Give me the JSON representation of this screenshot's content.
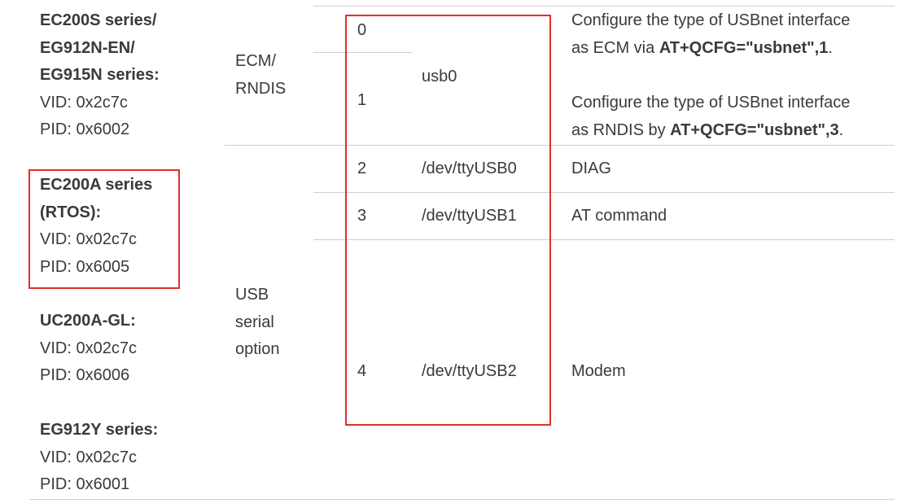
{
  "devices": [
    {
      "name_lines": [
        "EC200S series/",
        "EG912N-EN/",
        "EG915N series:"
      ],
      "vid": "VID: 0x2c7c",
      "pid": "PID: 0x6002"
    },
    {
      "name_lines": [
        "EC200A series",
        "(RTOS):"
      ],
      "vid": "VID: 0x02c7c",
      "pid": "PID: 0x6005"
    },
    {
      "name_lines": [
        "UC200A-GL:"
      ],
      "vid": "VID: 0x02c7c",
      "pid": "PID: 0x6006"
    },
    {
      "name_lines": [
        "EG912Y series:"
      ],
      "vid": "VID: 0x02c7c",
      "pid": "PID: 0x6001"
    }
  ],
  "groups": {
    "ecm_rndis": [
      "ECM/",
      "RNDIS"
    ],
    "usb_serial": [
      "USB",
      "serial",
      "option"
    ]
  },
  "rows": [
    {
      "num": "0"
    },
    {
      "num": "1",
      "port": "usb0"
    },
    {
      "num": "2",
      "port": "/dev/ttyUSB0",
      "func": "DIAG"
    },
    {
      "num": "3",
      "port": "/dev/ttyUSB1",
      "func": "AT command"
    },
    {
      "num": "4",
      "port": "/dev/ttyUSB2",
      "func": "Modem"
    }
  ],
  "usbnet_notes": [
    {
      "line1": "Configure the type of USBnet interface",
      "prefix": "as ECM via ",
      "cmd": "AT+QCFG=\"usbnet\",1",
      "suffix": "."
    },
    {
      "line1": "Configure the type of USBnet interface",
      "prefix": "as RNDIS by ",
      "cmd": "AT+QCFG=\"usbnet\",3",
      "suffix": "."
    }
  ],
  "colors": {
    "highlight_border": "#e0302e",
    "rule": "#cfcfcf",
    "text": "#3a3a3a"
  }
}
